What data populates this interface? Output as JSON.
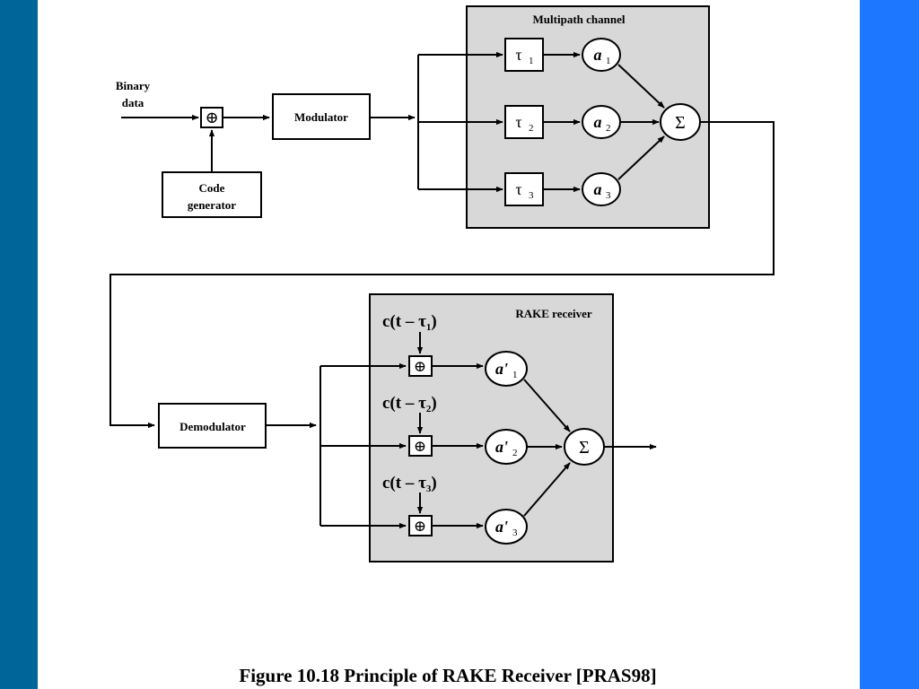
{
  "title": "Figure 10.18   Principle of RAKE Receiver [PRAS98]",
  "input": {
    "line1": "Binary",
    "line2": "data"
  },
  "xor_symbol": "⊕",
  "sum_symbol": "Σ",
  "modulator": "Modulator",
  "code_generator": {
    "line1": "Code",
    "line2": "generator"
  },
  "channel": {
    "title": "Multipath channel",
    "delay_symbol": "τ",
    "gain_symbol": "a",
    "subscripts": [
      "1",
      "2",
      "3"
    ]
  },
  "demodulator": "Demodulator",
  "rake": {
    "title": "RAKE receiver",
    "code_prefix": "c(t – τ",
    "code_suffix": ")",
    "gain_symbol": "a'",
    "subscripts": [
      "1",
      "2",
      "3"
    ]
  },
  "colors": {
    "panel_fill": "#d8d8d8",
    "left_band": "#00669a",
    "right_band": "#1e78ff"
  }
}
